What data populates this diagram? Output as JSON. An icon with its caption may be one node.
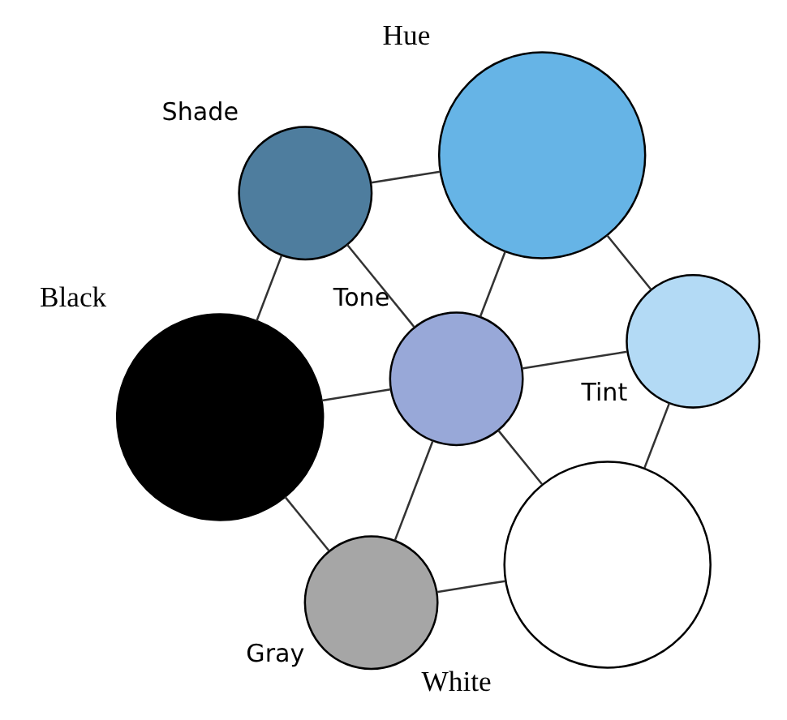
{
  "diagram": {
    "nodes": [
      {
        "text": [
          "White"
        ]
      },
      {
        "text": [
          "Tint"
        ]
      },
      {
        "text": [
          "Gray"
        ]
      },
      {
        "text": [
          "Tone"
        ]
      },
      {
        "text": [
          "Hue"
        ]
      },
      {
        "text": [
          "Shade"
        ]
      },
      {
        "text": [
          "Black"
        ]
      }
    ],
    "edges": [
      {
        "from": 0,
        "to": 2,
        "arrow": "none"
      },
      {
        "from": 2,
        "to": 6,
        "arrow": "none"
      },
      {
        "from": 0,
        "to": 3,
        "arrow": "none"
      },
      {
        "from": 0,
        "to": 1,
        "arrow": "none"
      },
      {
        "from": 1,
        "to": 4,
        "arrow": "none"
      },
      {
        "from": 1,
        "to": 3,
        "arrow": "none"
      },
      {
        "from": 2,
        "to": 3,
        "arrow": "none"
      },
      {
        "from": 3,
        "to": 4,
        "arrow": "none"
      },
      {
        "from": 3,
        "to": 5,
        "arrow": "none"
      },
      {
        "from": 3,
        "to": 6,
        "arrow": "none"
      },
      {
        "from": 5,
        "to": 4,
        "arrow": "none"
      },
      {
        "from": 6,
        "to": 5,
        "arrow": "none"
      }
    ]
  }
}
